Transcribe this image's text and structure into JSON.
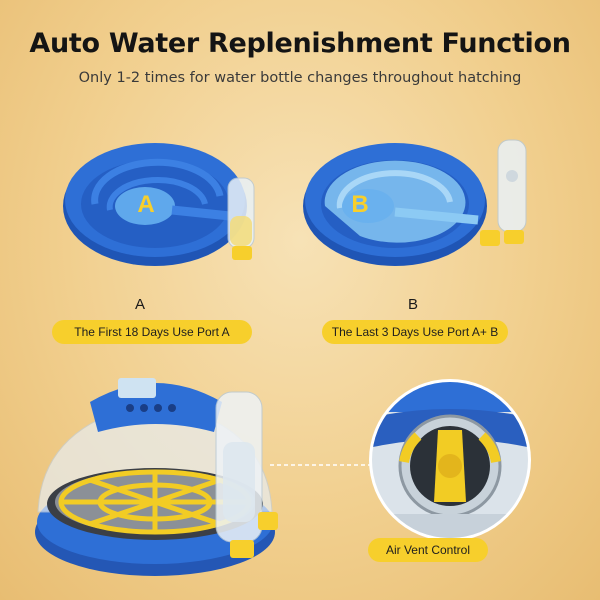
{
  "header": {
    "title": "Auto Water Replenishment Function",
    "subtitle": "Only 1-2 times for water bottle changes throughout hatching"
  },
  "ports": {
    "a": {
      "mark": "A",
      "caption": "A",
      "label": "The First 18 Days Use Port A"
    },
    "b": {
      "mark": "B",
      "caption": "B",
      "label": "The Last 3 Days Use Port A+ B"
    }
  },
  "vent": {
    "label": "Air Vent Control"
  },
  "colors": {
    "tray_blue": "#2e6fd6",
    "accent_yellow": "#f7cf2c",
    "background": "#f1cf8e"
  }
}
